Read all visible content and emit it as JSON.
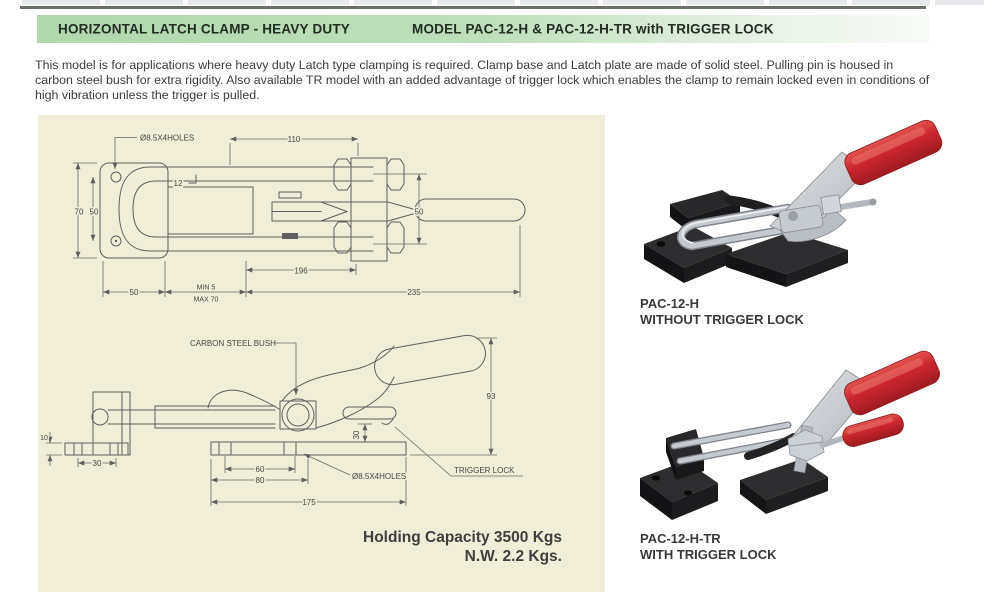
{
  "header": {
    "title_main": "HORIZONTAL LATCH CLAMP - HEAVY DUTY",
    "title_model": "MODEL PAC-12-H & PAC-12-H-TR with TRIGGER LOCK"
  },
  "description": "This model is for applications where heavy duty Latch type clamping is required. Clamp base and Latch plate are made of solid steel. Pulling pin is housed in carbon steel bush for extra rigidity. Also available TR model with an added advantage of trigger lock which enables the clamp to remain locked even in conditions of high vibration unless the trigger is pulled.",
  "drawing": {
    "top": {
      "holes": "Ø8.5X4HOLES",
      "d110": "110",
      "d12": "12",
      "d70": "70",
      "d50_left": "50",
      "d50_right": "50",
      "d196": "196",
      "d50_bottom": "50",
      "dmin": "MIN 5",
      "dmax": "MAX 70",
      "d235": "235"
    },
    "side": {
      "bush": "CARBON STEEL BUSH",
      "d93": "93",
      "d30_trigger": "30",
      "d10": "10",
      "d30_left": "30",
      "d60": "60",
      "d80": "80",
      "d175": "175",
      "holes": "Ø8.5X4HOLES",
      "trigger": "TRIGGER LOCK"
    },
    "capacity_line1": "Holding Capacity 3500 Kgs",
    "capacity_line2": "N.W. 2.2 Kgs."
  },
  "products": [
    {
      "model": "PAC-12-H",
      "caption": "WITHOUT TRIGGER LOCK"
    },
    {
      "model": "PAC-12-H-TR",
      "caption": "WITH TRIGGER LOCK"
    }
  ],
  "colors": {
    "header_green": "#b1d7ae",
    "drawing_background": "#f0edd8",
    "handle_red": "#c9262c",
    "rule_gray": "#6a6f6a"
  }
}
